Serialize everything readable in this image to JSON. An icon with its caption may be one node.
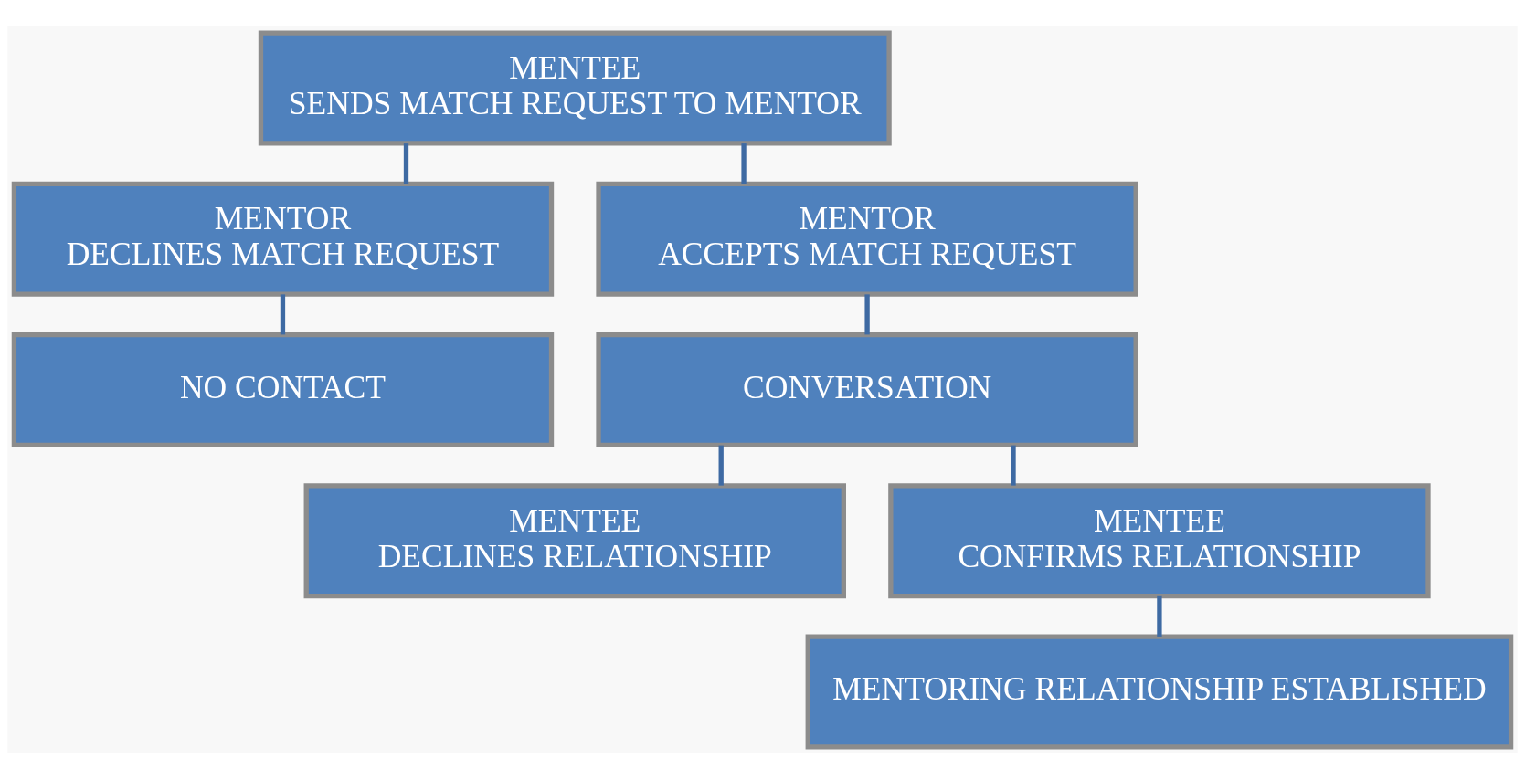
{
  "diagram": {
    "nodes": [
      {
        "text": [
          "MENTEE",
          "SENDS MATCH REQUEST TO MENTOR"
        ]
      },
      {
        "text": [
          "MENTOR",
          "DECLINES MATCH REQUEST"
        ]
      },
      {
        "text": [
          "MENTOR",
          "ACCEPTS MATCH REQUEST"
        ]
      },
      {
        "text": [
          "NO CONTACT"
        ]
      },
      {
        "text": [
          "CONVERSATION"
        ]
      },
      {
        "text": [
          "MENTEE",
          "DECLINES RELATIONSHIP"
        ]
      },
      {
        "text": [
          "MENTEE",
          "CONFIRMS RELATIONSHIP"
        ]
      },
      {
        "text": [
          "MENTORING RELATIONSHIP ESTABLISHED"
        ]
      }
    ],
    "edges": [
      {
        "from": 0,
        "to": 1,
        "arrow": "none"
      },
      {
        "from": 0,
        "to": 2,
        "arrow": "none"
      },
      {
        "from": 1,
        "to": 3,
        "arrow": "none"
      },
      {
        "from": 2,
        "to": 4,
        "arrow": "none"
      },
      {
        "from": 4,
        "to": 5,
        "arrow": "none"
      },
      {
        "from": 4,
        "to": 6,
        "arrow": "none"
      },
      {
        "from": 6,
        "to": 7,
        "arrow": "none"
      }
    ]
  }
}
